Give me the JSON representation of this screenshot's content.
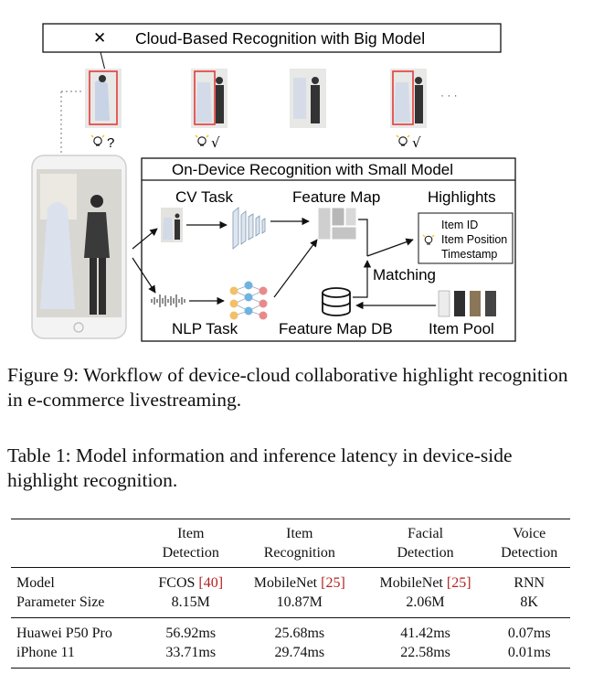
{
  "figure": {
    "cloud_box_label": "Cloud-Based Recognition with Big Model",
    "cloud_x_mark": "✕",
    "frame_marks": [
      "?",
      "√",
      "√"
    ],
    "ellipsis": "· · ·",
    "device_box_title": "On-Device Recognition with Small Model",
    "cv_task": "CV Task",
    "feature_map": "Feature Map",
    "highlights": "Highlights",
    "highlight_fields": [
      "Item ID",
      "Item Position",
      "Timestamp"
    ],
    "matching": "Matching",
    "nlp_task": "NLP Task",
    "feature_map_db": "Feature Map DB",
    "item_pool": "Item Pool",
    "colors": {
      "highlight_frame": "#e23b3b",
      "accent_yellow": "#f2c200"
    }
  },
  "caption_figure": "Figure 9: Workflow of device-cloud collaborative highlight recognition in e-commerce livestreaming.",
  "caption_table": "Table 1: Model information and inference latency in device-side highlight recognition.",
  "table": {
    "headers": [
      [
        "",
        "Item",
        "Item",
        "Facial",
        "Voice"
      ],
      [
        "",
        "Detection",
        "Recognition",
        "Detection",
        "Detection"
      ]
    ],
    "model_row": {
      "label": "Model",
      "cells": [
        {
          "name": "FCOS",
          "ref": "[40]"
        },
        {
          "name": "MobileNet",
          "ref": "[25]"
        },
        {
          "name": "MobileNet",
          "ref": "[25]"
        },
        {
          "name": "RNN",
          "ref": ""
        }
      ]
    },
    "param_row": {
      "label": "Parameter Size",
      "values": [
        "8.15M",
        "10.87M",
        "2.06M",
        "8K"
      ]
    },
    "latency_rows": [
      {
        "label": "Huawei P50 Pro",
        "values": [
          "56.92ms",
          "25.68ms",
          "41.42ms",
          "0.07ms"
        ]
      },
      {
        "label": "iPhone 11",
        "values": [
          "33.71ms",
          "29.74ms",
          "22.58ms",
          "0.01ms"
        ]
      }
    ]
  }
}
